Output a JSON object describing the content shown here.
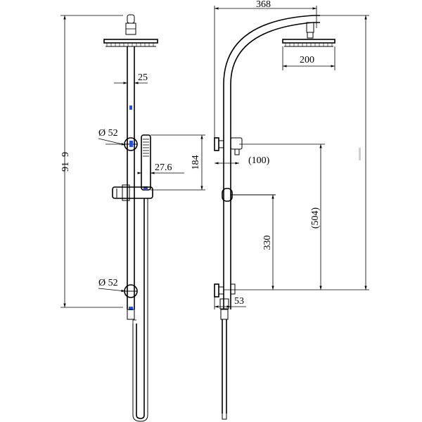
{
  "front_view": {
    "overall_height": "91 9",
    "pipe_diameter": "25",
    "bracket_top_diameter": "Ø 52",
    "handheld_width": "27.6",
    "handheld_height": "184",
    "bracket_bottom_diameter": "Ø 52"
  },
  "side_view": {
    "arm_reach": "368",
    "head_diameter": "200",
    "bracket_offset": "(100)",
    "upper_span": "(504)",
    "slide_span": "330",
    "bottom_offset": "53"
  },
  "colors": {
    "line": "#000000",
    "accent": "#2a4fd6"
  }
}
